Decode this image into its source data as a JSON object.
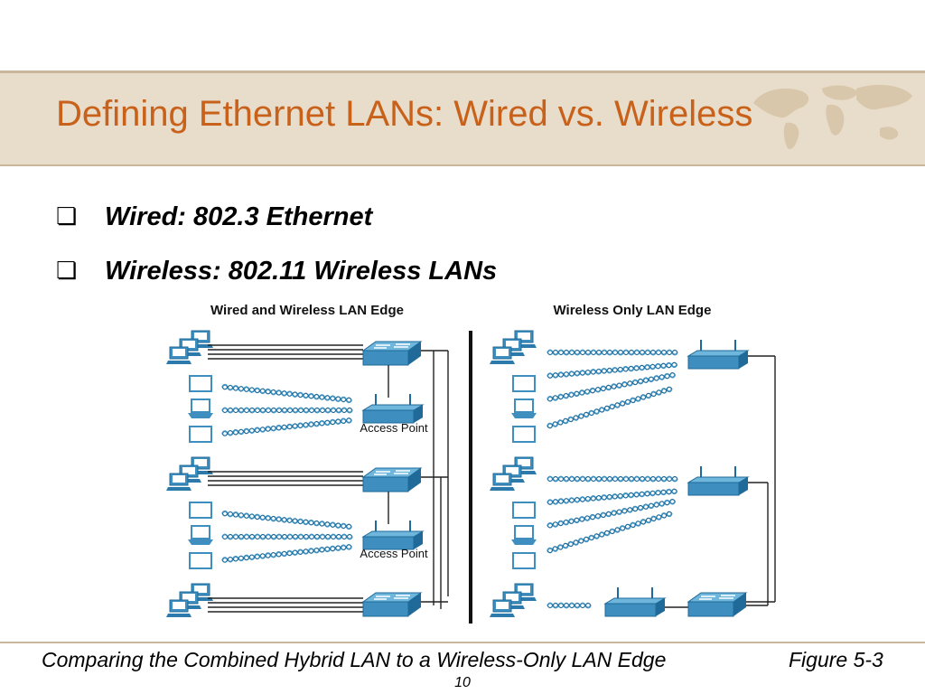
{
  "slide": {
    "title": "Defining Ethernet LANs: Wired vs. Wireless",
    "bullets": [
      {
        "marker": "❏",
        "text": "Wired: 802.3 Ethernet"
      },
      {
        "marker": "❏",
        "text": "Wireless: 802.11 Wireless LANs"
      }
    ],
    "caption": "Comparing the Combined Hybrid LAN to a Wireless-Only LAN Edge",
    "figure_ref": "Figure 5-3",
    "page_number": "10"
  },
  "figure": {
    "left_panel": {
      "title": "Wired and Wireless LAN Edge",
      "ap_label_1": "Access Point",
      "ap_label_2": "Access Point"
    },
    "right_panel": {
      "title": "Wireless Only LAN Edge"
    }
  },
  "colors": {
    "title_orange": "#c8621b",
    "band_beige": "#e8dccb",
    "device_blue": "#3e8fbf",
    "device_blue_dark": "#1f6a99"
  }
}
